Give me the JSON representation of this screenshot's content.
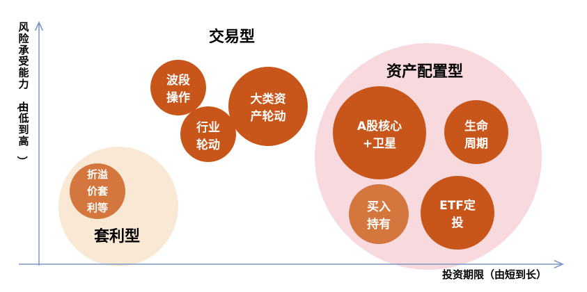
{
  "axes": {
    "y_label": "风险承受能力（由低到高）",
    "x_label": "投资期限（由短到长）",
    "color": "#7B96C8"
  },
  "groups": [
    {
      "key": "arbitrage",
      "label": "套利型",
      "bg_color": "#F9E8D4"
    },
    {
      "key": "trading",
      "label": "交易型",
      "bg_color": ""
    },
    {
      "key": "allocation",
      "label": "资产配置型",
      "bg_color": "#F7D9DE"
    }
  ],
  "strategies": [
    {
      "key": "arbitrage-pricing",
      "lines": [
        "折溢",
        "价套",
        "利等"
      ],
      "color": "#D4773E"
    },
    {
      "key": "swing-trading",
      "lines": [
        "波段",
        "操作"
      ],
      "color": "#C8561A"
    },
    {
      "key": "sector-rotation",
      "lines": [
        "行业",
        "轮动"
      ],
      "color": "#C8561A"
    },
    {
      "key": "asset-rotation",
      "lines": [
        "大类资",
        "产轮动"
      ],
      "color": "#C8561A"
    },
    {
      "key": "core-satellite",
      "lines": [
        "A股核心",
        "+卫星"
      ],
      "color": "#C8561A"
    },
    {
      "key": "life-cycle",
      "lines": [
        "生命",
        "周期"
      ],
      "color": "#C8561A"
    },
    {
      "key": "buy-and-hold",
      "lines": [
        "买入",
        "持有"
      ],
      "color": "#D4773E"
    },
    {
      "key": "etf-investing",
      "lines": [
        "ETF定",
        "投"
      ],
      "color": "#C8561A"
    }
  ]
}
